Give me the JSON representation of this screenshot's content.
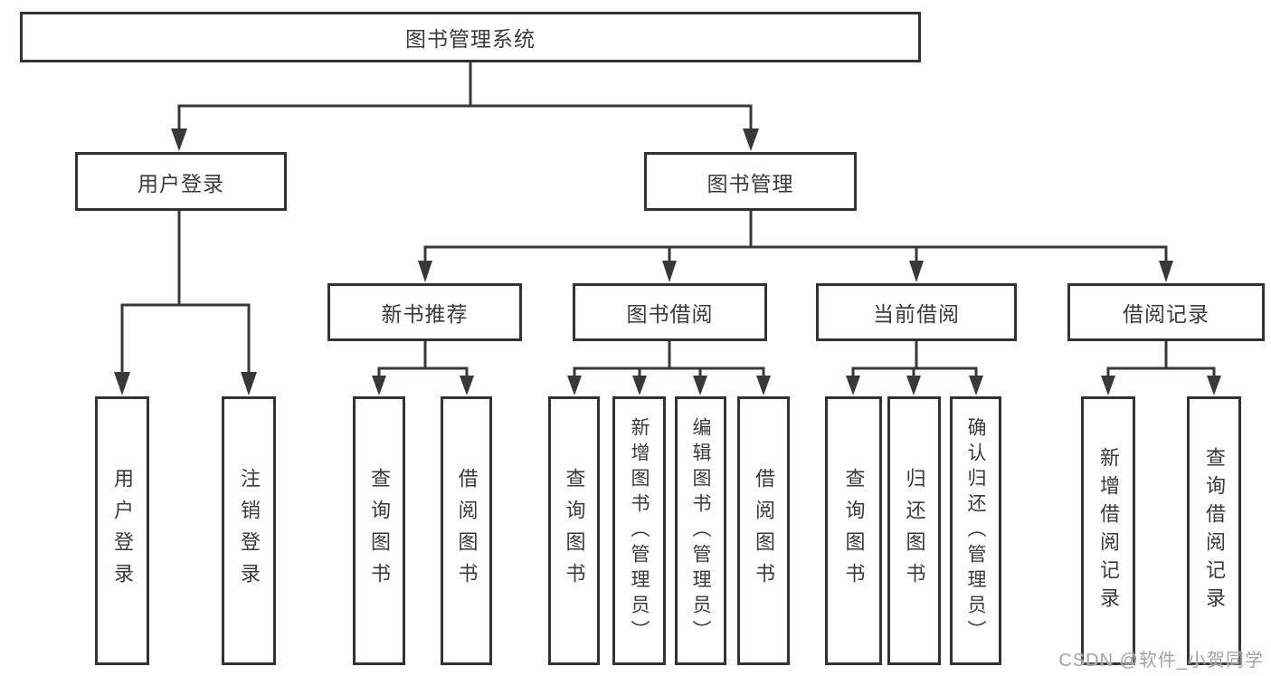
{
  "diagram_title": "图书管理系统",
  "tree": {
    "root": {
      "label": "图书管理系统"
    },
    "branches": [
      {
        "label": "用户登录",
        "children": [
          "用户登录",
          "注销登录"
        ]
      },
      {
        "label": "图书管理",
        "sections": [
          {
            "label": "新书推荐",
            "children": [
              "查询图书",
              "借阅图书"
            ]
          },
          {
            "label": "图书借阅",
            "children": [
              "查询图书",
              "新增图书（管理员）",
              "编辑图书（管理员）",
              "借阅图书"
            ]
          },
          {
            "label": "当前借阅",
            "children": [
              "查询图书",
              "归还图书",
              "确认归还（管理员）"
            ]
          },
          {
            "label": "借阅记录",
            "children": [
              "新增借阅记录",
              "查询借阅记录"
            ]
          }
        ]
      }
    ]
  },
  "watermark": "CSDN @软件_小贺同学",
  "colors": {
    "line": "#383838",
    "text": "#3a3a3a",
    "box_background": "#ffffff",
    "page_background": "#ffffff",
    "watermark": "#a3a3a3"
  }
}
